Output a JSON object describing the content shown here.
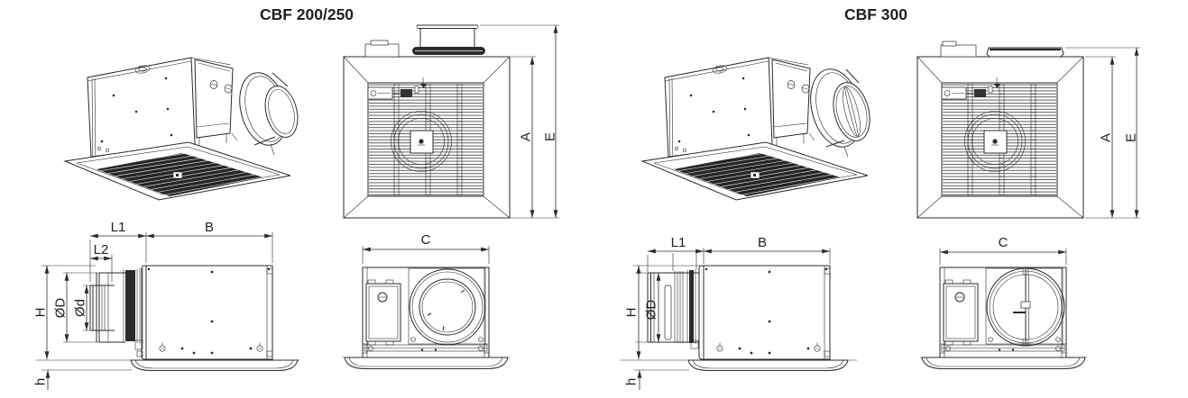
{
  "page": {
    "background": "#ffffff",
    "line_color": "#2b2b2b"
  },
  "models": [
    {
      "title": "CBF 200/250",
      "views": {
        "plan": {
          "dim_grille_height": "A",
          "dim_total_height": "E"
        },
        "side": {
          "dim_spigot_to_body": "L1",
          "dim_spigot_stub": "L2",
          "dim_body_length": "B",
          "dim_height": "H",
          "dim_panel_height": "h",
          "dim_flange_diameter": "ØD",
          "dim_duct_diameter": "Ød"
        },
        "front": {
          "dim_width": "C"
        }
      }
    },
    {
      "title": "CBF 300",
      "views": {
        "plan": {
          "dim_grille_height": "A",
          "dim_total_height": "E"
        },
        "side": {
          "dim_spigot_to_body": "L1",
          "dim_body_length": "B",
          "dim_height": "H",
          "dim_panel_height": "h",
          "dim_flange_diameter": "ØD"
        },
        "front": {
          "dim_width": "C"
        }
      }
    }
  ]
}
